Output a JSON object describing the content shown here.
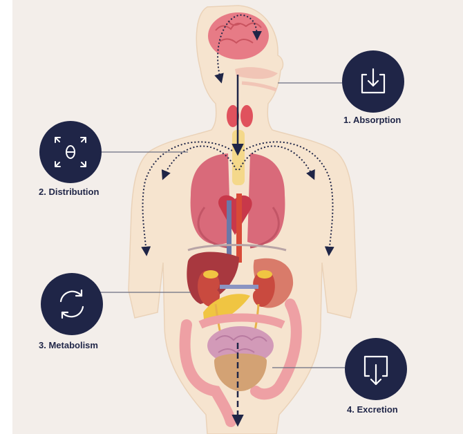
{
  "stages": [
    {
      "id": "absorption",
      "label": "1. Absorption",
      "icon": "download-tray-icon"
    },
    {
      "id": "distribution",
      "label": "2. Distribution",
      "icon": "molecule-expand-icon"
    },
    {
      "id": "metabolism",
      "label": "3. Metabolism",
      "icon": "cycle-arrows-icon"
    },
    {
      "id": "excretion",
      "label": "4. Excretion",
      "icon": "export-down-icon"
    }
  ],
  "colors": {
    "background": "#f3eeea",
    "body": "#f6e4cf",
    "circle": "#1f2547",
    "arrow": "#1f2547",
    "lung": "#d96a7a",
    "brain": "#e77b86",
    "liver": "#a8383f",
    "kidney": "#c94a3f",
    "intestine": "#f0a5a8",
    "bladder": "#d3a274"
  }
}
